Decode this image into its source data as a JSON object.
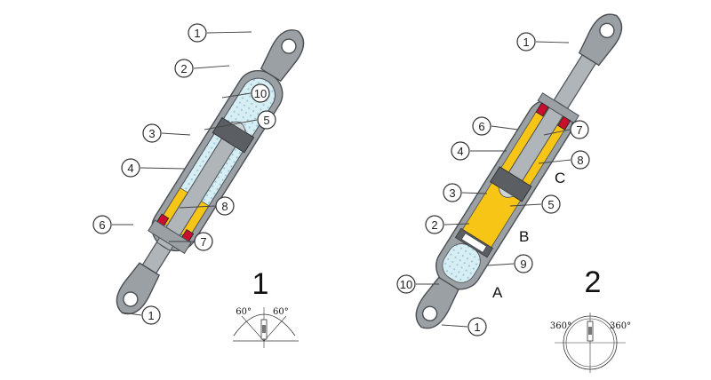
{
  "figure_numbers": [
    "1",
    "2"
  ],
  "zones": {
    "a": "A",
    "b": "B",
    "c": "C"
  },
  "angles": {
    "fig1_left": "60°",
    "fig1_right": "60°",
    "fig2_left": "360°",
    "fig2_right": "360°"
  },
  "callouts_fig1": [
    "1",
    "2",
    "10",
    "5",
    "3",
    "4",
    "6",
    "8",
    "7",
    "1"
  ],
  "callouts_fig2": [
    "1",
    "6",
    "7",
    "4",
    "8",
    "3",
    "5",
    "2",
    "9",
    "10",
    "1"
  ],
  "colors": {
    "body_gray": "#9aa0a4",
    "outline": "#4a4f55",
    "oil_yellow": "#f7c515",
    "gas_fill": "#d6eef4",
    "seal_red": "#c8102e",
    "piston_dark": "#5b5f63"
  }
}
